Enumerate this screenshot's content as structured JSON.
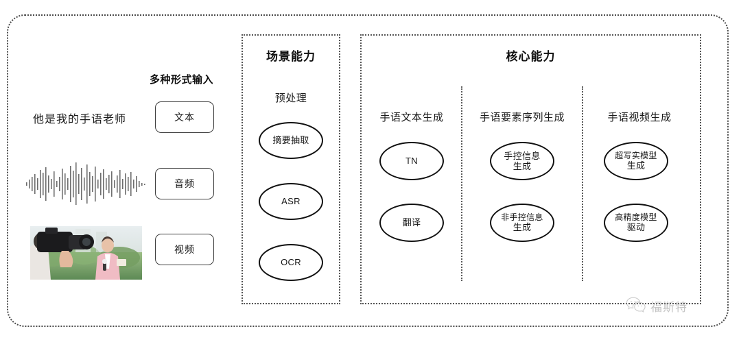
{
  "diagram": {
    "title_hidden": "",
    "input_section": {
      "heading": "多种形式输入",
      "sample_text": "他是我的手语老师",
      "modalities": [
        {
          "label": "文本",
          "media": "text-sample"
        },
        {
          "label": "音频",
          "media": "audio-waveform"
        },
        {
          "label": "视频",
          "media": "video-thumbnail"
        }
      ]
    },
    "scene_panel": {
      "title": "场景能力",
      "groups": [
        {
          "heading": "预处理",
          "nodes": [
            {
              "lines": [
                "摘要抽取"
              ]
            },
            {
              "lines": [
                "ASR"
              ]
            },
            {
              "lines": [
                "OCR"
              ]
            }
          ]
        }
      ]
    },
    "core_panel": {
      "title": "核心能力",
      "groups": [
        {
          "heading": "手语文本生成",
          "nodes": [
            {
              "lines": [
                "TN"
              ]
            },
            {
              "lines": [
                "翻译"
              ]
            }
          ]
        },
        {
          "heading": "手语要素序列生成",
          "nodes": [
            {
              "lines": [
                "手控信息",
                "生成"
              ]
            },
            {
              "lines": [
                "非手控信息",
                "生成"
              ]
            }
          ]
        },
        {
          "heading": "手语视频生成",
          "nodes": [
            {
              "lines": [
                "超写实模型",
                "生成"
              ]
            },
            {
              "lines": [
                "高精度模型",
                "驱动"
              ]
            }
          ]
        }
      ]
    },
    "watermark": {
      "icon": "wechat-icon",
      "text": "福斯特"
    },
    "colors": {
      "frame": "#4a4a4a",
      "node_stroke": "#111111",
      "text": "#1a1a1a",
      "background": "#ffffff",
      "watermark": "#8a8a8a"
    }
  }
}
